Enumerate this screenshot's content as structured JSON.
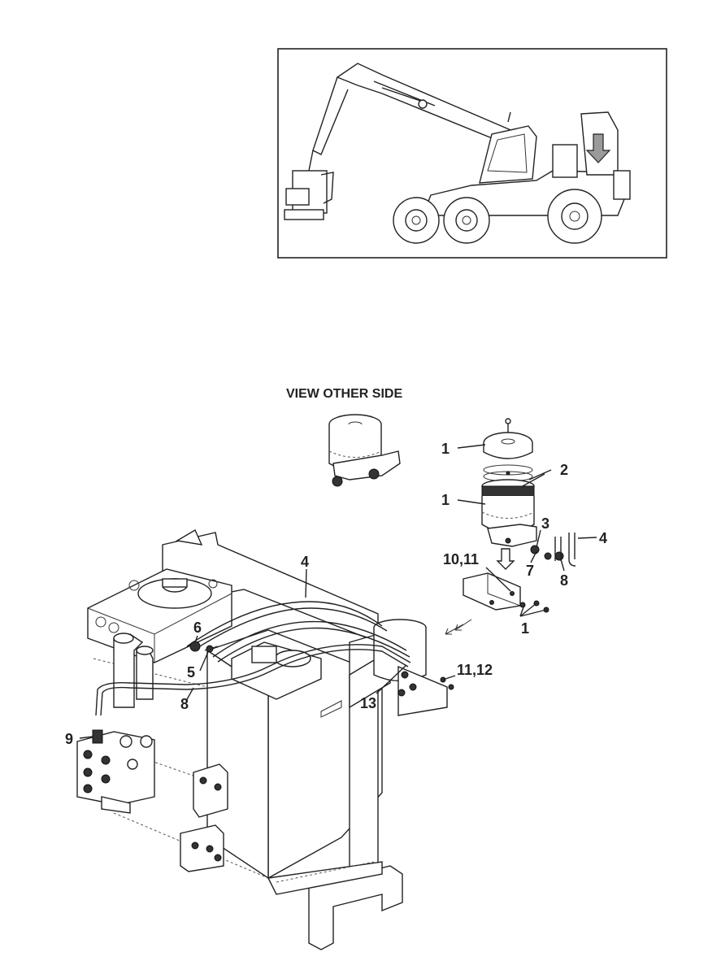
{
  "view_title": "VIEW OTHER SIDE",
  "callouts": {
    "c1a": "1",
    "c2": "2",
    "c1b": "1",
    "c3": "3",
    "c4a": "4",
    "c7": "7",
    "c8a": "8",
    "c10_11": "10,11",
    "c1c": "1",
    "c4b": "4",
    "c6": "6",
    "c5": "5",
    "c8b": "8",
    "c11_12": "11,12",
    "c13": "13",
    "c9": "9"
  },
  "icons": {
    "machine": "harvester-machine-icon",
    "arrow": "location-arrow-icon"
  }
}
